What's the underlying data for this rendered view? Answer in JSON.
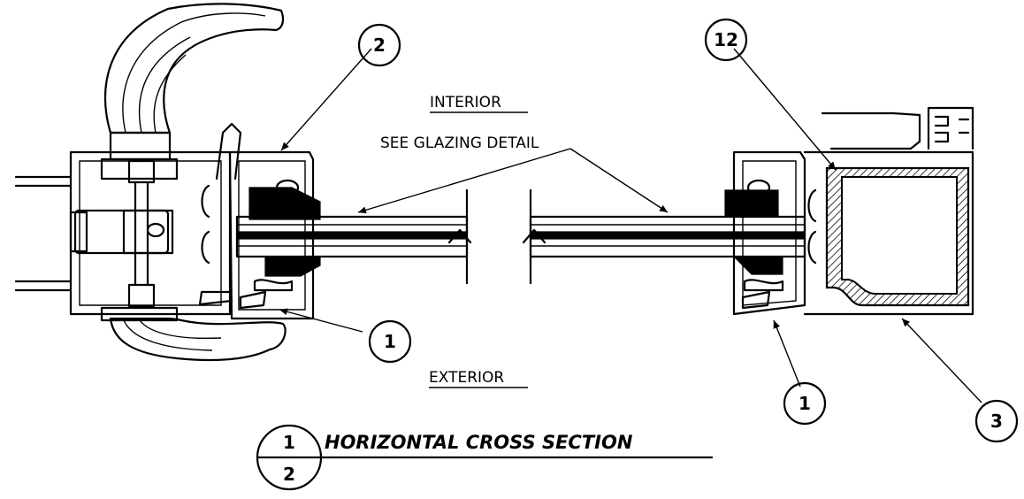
{
  "labels": {
    "interior": "INTERIOR",
    "exterior": "EXTERIOR",
    "glazing": "SEE GLAZING DETAIL"
  },
  "callouts": {
    "left_top": "2",
    "left_bottom": "1",
    "right_top": "12",
    "right_bottom_a": "1",
    "right_bottom_b": "3"
  },
  "title": {
    "numerator": "1",
    "denominator": "2",
    "text": "HORIZONTAL  CROSS SECTION"
  }
}
